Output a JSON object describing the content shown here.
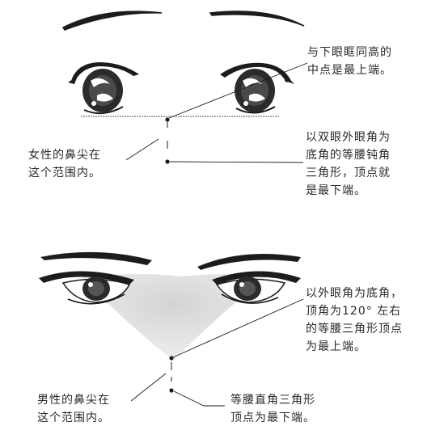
{
  "annotations": {
    "top_right": "与下眼眶同高的\n中点是最上端。",
    "female_range": "女性的鼻尖在\n这个范围内。",
    "female_bottom": "以双眼外眼角为\n底角的等腰钝角\n三角形，顶点就\n是最下端。",
    "male_top": "以外眼角为底角，\n顶角为120° 左右\n的等腰三角形顶点\n为最上端。",
    "male_range": "男性的鼻尖在\n这个范围内。",
    "male_bottom": "等腰直角三角形\n顶点为最下端。"
  },
  "colors": {
    "ink": "#1c1c1c",
    "text": "#2a2a2a",
    "shade": "#d9d9d9"
  }
}
